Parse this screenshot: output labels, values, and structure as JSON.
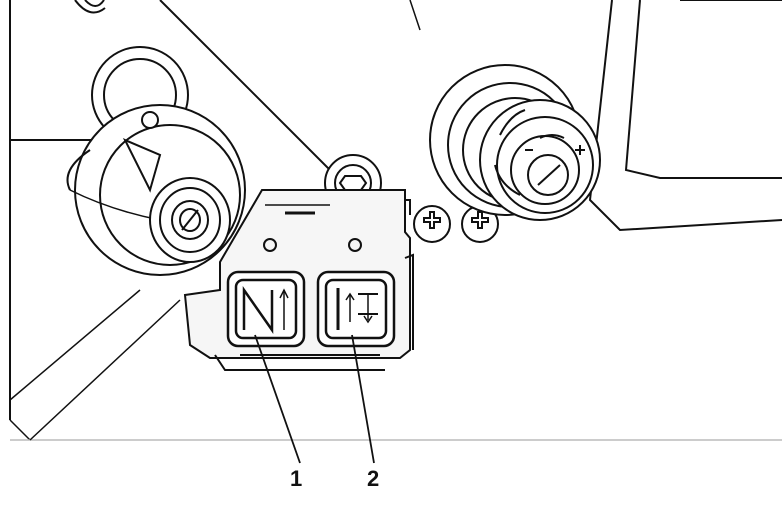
{
  "callouts": [
    {
      "label": "1",
      "target": "left-stitch-button"
    },
    {
      "label": "2",
      "target": "right-reverse-button"
    }
  ],
  "icons": {
    "left_button": "needle-position-symbol-icon",
    "right_button": "reverse-feed-symbol-icon",
    "right_knob_markings": "minus-plus-adjust-icon",
    "screws": "cross-head-screw-icon"
  },
  "colors": {
    "ink": "#111111",
    "frame": "#e8e8e8",
    "panel": "#f6f6f6"
  }
}
